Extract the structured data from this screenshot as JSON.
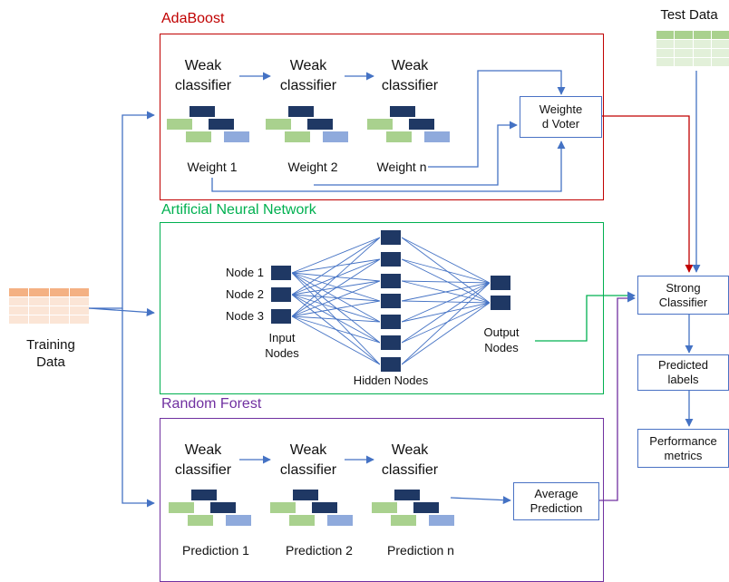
{
  "adaboost": {
    "title": "AdaBoost",
    "classifiers": [
      "Weak\nclassifier",
      "Weak\nclassifier",
      "Weak\nclassifier"
    ],
    "weights": [
      "Weight 1",
      "Weight 2",
      "Weight n"
    ],
    "voter": "Weighte\nd Voter"
  },
  "ann": {
    "title": "Artificial Neural Network",
    "input_nodes": [
      "Node 1",
      "Node 2",
      "Node 3"
    ],
    "input_label": "Input\nNodes",
    "hidden_label": "Hidden Nodes",
    "output_label": "Output\nNodes"
  },
  "rf": {
    "title": "Random Forest",
    "classifiers": [
      "Weak\nclassifier",
      "Weak\nclassifier",
      "Weak\nclassifier"
    ],
    "predictions": [
      "Prediction 1",
      "Prediction 2",
      "Prediction n"
    ],
    "average": "Average\nPrediction"
  },
  "training_data": "Training\nData",
  "test_data": "Test Data",
  "pipeline": {
    "strong": "Strong\nClassifier",
    "predicted": "Predicted\nlabels",
    "metrics": "Performance\nmetrics"
  },
  "colors": {
    "adaboost": "#c00000",
    "ann": "#00b050",
    "rf": "#7030a0",
    "arrow": "#4472c4",
    "node": "#1f3864",
    "leaf_green": "#a9d18e",
    "leaf_blue": "#8faadc"
  }
}
